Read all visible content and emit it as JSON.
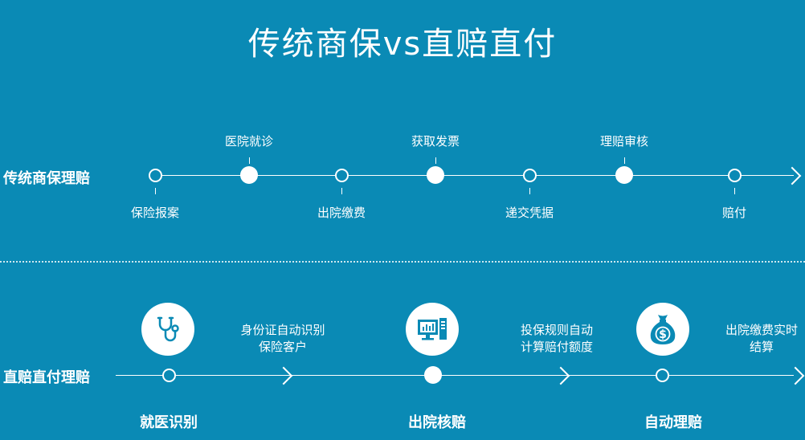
{
  "title": "传统商保vs直赔直付",
  "traditional": {
    "label": "传统商保理赔",
    "top_labels": [
      "医院就诊",
      "获取发票",
      "理赔审核"
    ],
    "bottom_labels": [
      "保险报案",
      "出院缴费",
      "递交凭据",
      "赔付"
    ]
  },
  "direct": {
    "label": "直赔直付理赔",
    "descriptions": [
      {
        "line1": "身份证自动识别",
        "line2": "保险客户"
      },
      {
        "line1": "投保规则自动",
        "line2": "计算赔付额度"
      },
      {
        "line1": "出院缴费实时",
        "line2": "结算"
      }
    ],
    "steps": [
      "就医识别",
      "出院核赔",
      "自动理赔"
    ],
    "icons": [
      "stethoscope-icon",
      "computer-icon",
      "money-bag-icon"
    ]
  },
  "colors": {
    "background": "#0a8ab5",
    "foreground": "#ffffff"
  }
}
